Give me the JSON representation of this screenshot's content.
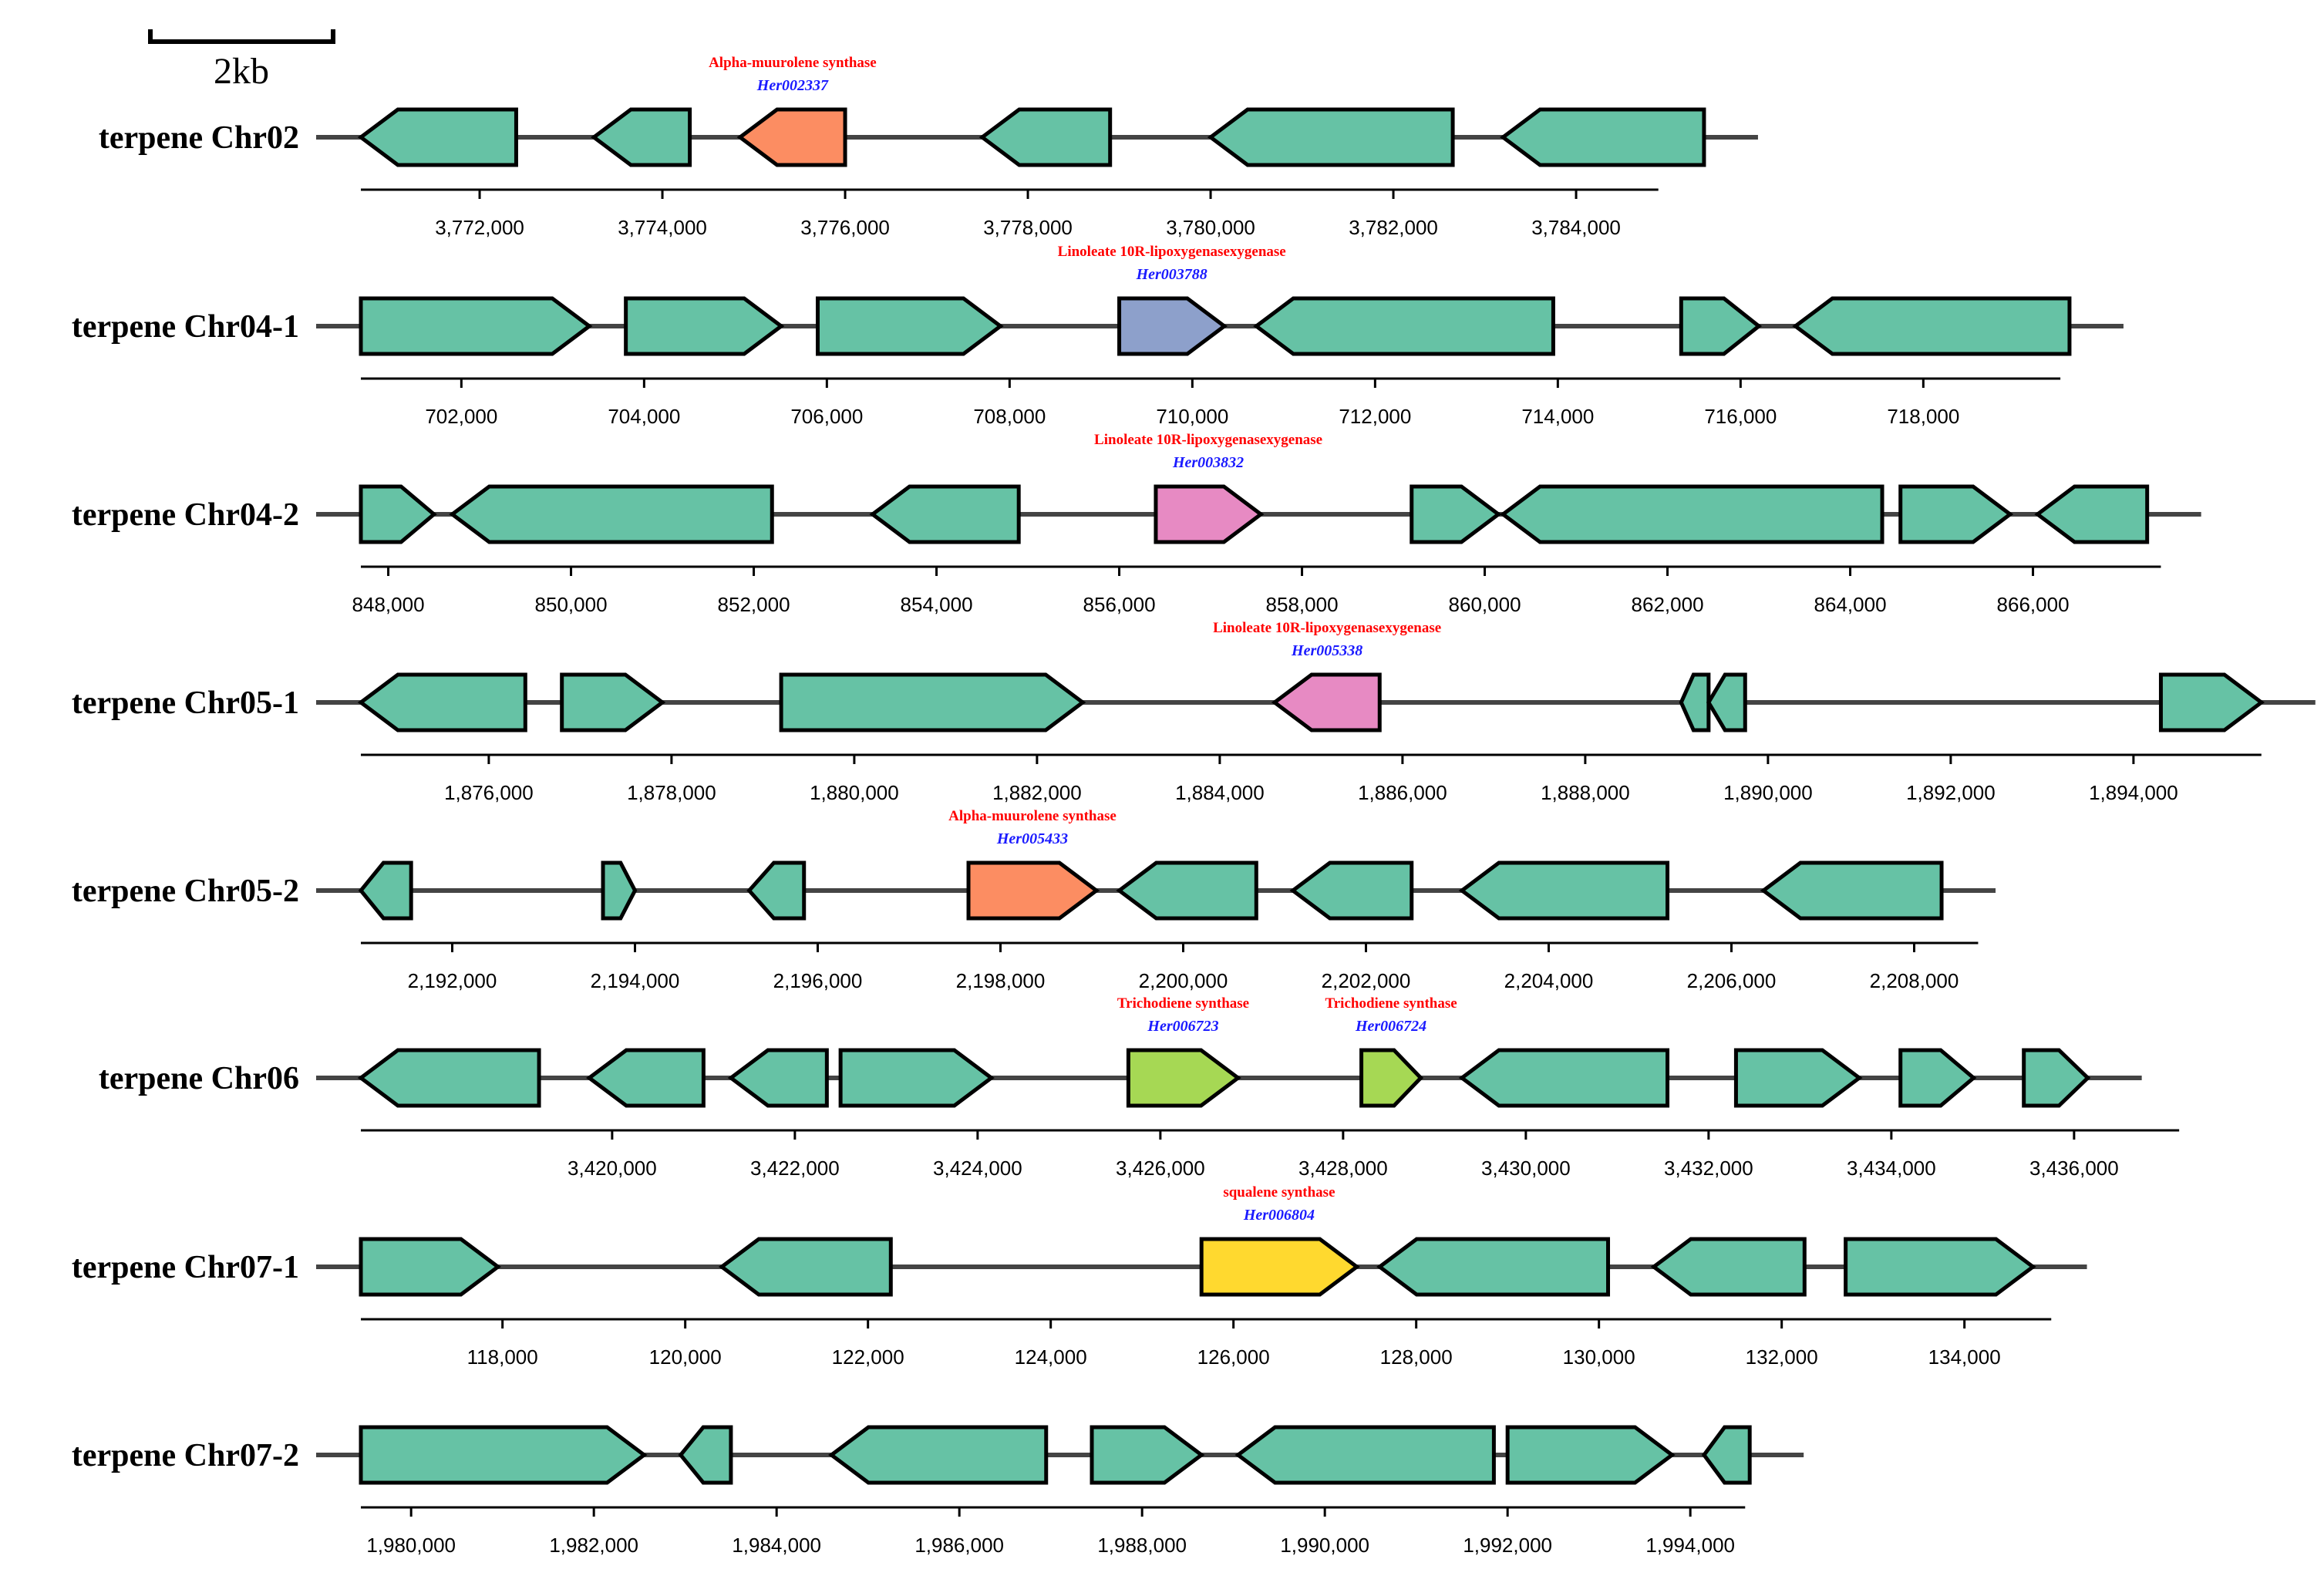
{
  "scale_bar": {
    "label": "2kb",
    "kb": 2
  },
  "colors": {
    "default": "#66c2a5",
    "alpha_muurolene": "#fc8d62",
    "lipoxygenase_blue": "#8da0cb",
    "lipoxygenase_pink": "#e78ac3",
    "trichodiene": "#a6d854",
    "squalene": "#ffd92f",
    "annotation_name": "#ff0000",
    "annotation_id": "#1a1aff"
  },
  "tracks": [
    {
      "label": "terpene Chr02",
      "start": 3770700,
      "end": 3784900,
      "ticks": [
        3772000,
        3774000,
        3776000,
        3778000,
        3780000,
        3782000,
        3784000
      ],
      "tick_labels": [
        "3,772,000",
        "3,774,000",
        "3,776,000",
        "3,778,000",
        "3,780,000",
        "3,782,000",
        "3,784,000"
      ],
      "genes": [
        {
          "start": 3770700,
          "end": 3772400,
          "strand": "-",
          "color": "default"
        },
        {
          "start": 3773250,
          "end": 3774300,
          "strand": "-",
          "color": "default"
        },
        {
          "start": 3774850,
          "end": 3776000,
          "strand": "-",
          "color": "alpha_muurolene",
          "name": "Alpha-muurolene synthase",
          "id": "Her002337"
        },
        {
          "start": 3777500,
          "end": 3778900,
          "strand": "-",
          "color": "default"
        },
        {
          "start": 3780000,
          "end": 3782650,
          "strand": "-",
          "color": "default"
        },
        {
          "start": 3783200,
          "end": 3785400,
          "strand": "-",
          "color": "default"
        }
      ]
    },
    {
      "label": "terpene Chr04-1",
      "start": 700900,
      "end": 719500,
      "ticks": [
        702000,
        704000,
        706000,
        708000,
        710000,
        712000,
        714000,
        716000,
        718000
      ],
      "tick_labels": [
        "702,000",
        "704,000",
        "706,000",
        "708,000",
        "710,000",
        "712,000",
        "714,000",
        "716,000",
        "718,000"
      ],
      "genes": [
        {
          "start": 700900,
          "end": 703400,
          "strand": "+",
          "color": "default"
        },
        {
          "start": 703800,
          "end": 705500,
          "strand": "+",
          "color": "default"
        },
        {
          "start": 705900,
          "end": 707900,
          "strand": "+",
          "color": "default"
        },
        {
          "start": 709200,
          "end": 710350,
          "strand": "+",
          "color": "lipoxygenase_blue",
          "name": "Linoleate 10R-lipoxygenasexygenase",
          "id": "Her003788"
        },
        {
          "start": 710700,
          "end": 713950,
          "strand": "-",
          "color": "default"
        },
        {
          "start": 715350,
          "end": 716200,
          "strand": "+",
          "color": "default"
        },
        {
          "start": 716600,
          "end": 719600,
          "strand": "-",
          "color": "default"
        }
      ]
    },
    {
      "label": "terpene Chr04-2",
      "start": 847700,
      "end": 867400,
      "ticks": [
        848000,
        850000,
        852000,
        854000,
        856000,
        858000,
        860000,
        862000,
        864000,
        866000
      ],
      "tick_labels": [
        "848,000",
        "850,000",
        "852,000",
        "854,000",
        "856,000",
        "858,000",
        "860,000",
        "862,000",
        "864,000",
        "866,000"
      ],
      "genes": [
        {
          "start": 847700,
          "end": 848500,
          "strand": "+",
          "color": "default"
        },
        {
          "start": 848700,
          "end": 852200,
          "strand": "-",
          "color": "default"
        },
        {
          "start": 853300,
          "end": 854900,
          "strand": "-",
          "color": "default"
        },
        {
          "start": 856400,
          "end": 857550,
          "strand": "+",
          "color": "lipoxygenase_pink",
          "name": "Linoleate 10R-lipoxygenasexygenase",
          "id": "Her003832"
        },
        {
          "start": 859200,
          "end": 860150,
          "strand": "+",
          "color": "default"
        },
        {
          "start": 860200,
          "end": 864350,
          "strand": "-",
          "color": "default"
        },
        {
          "start": 864550,
          "end": 865750,
          "strand": "+",
          "color": "default"
        },
        {
          "start": 866050,
          "end": 867250,
          "strand": "-",
          "color": "default"
        }
      ]
    },
    {
      "label": "terpene Chr05-1",
      "start": 1874600,
      "end": 1895400,
      "ticks": [
        1876000,
        1878000,
        1880000,
        1882000,
        1884000,
        1886000,
        1888000,
        1890000,
        1892000,
        1894000
      ],
      "tick_labels": [
        "1,876,000",
        "1,878,000",
        "1,880,000",
        "1,882,000",
        "1,884,000",
        "1,886,000",
        "1,888,000",
        "1,890,000",
        "1,892,000",
        "1,894,000"
      ],
      "genes": [
        {
          "start": 1874600,
          "end": 1876400,
          "strand": "-",
          "color": "default"
        },
        {
          "start": 1876800,
          "end": 1877900,
          "strand": "+",
          "color": "default"
        },
        {
          "start": 1879200,
          "end": 1882500,
          "strand": "+",
          "color": "default"
        },
        {
          "start": 1884600,
          "end": 1885750,
          "strand": "-",
          "color": "lipoxygenase_pink",
          "name": "Linoleate 10R-lipoxygenasexygenase",
          "id": "Her005338"
        },
        {
          "start": 1889050,
          "end": 1889350,
          "strand": "-",
          "color": "default"
        },
        {
          "start": 1889350,
          "end": 1889750,
          "strand": "-",
          "color": "default"
        },
        {
          "start": 1894300,
          "end": 1895400,
          "strand": "+",
          "color": "default"
        }
      ]
    },
    {
      "label": "terpene Chr05-2",
      "start": 2191000,
      "end": 2208700,
      "ticks": [
        2192000,
        2194000,
        2196000,
        2198000,
        2200000,
        2202000,
        2204000,
        2206000,
        2208000
      ],
      "tick_labels": [
        "2,192,000",
        "2,194,000",
        "2,196,000",
        "2,198,000",
        "2,200,000",
        "2,202,000",
        "2,204,000",
        "2,206,000",
        "2,208,000"
      ],
      "genes": [
        {
          "start": 2191000,
          "end": 2191550,
          "strand": "-",
          "color": "default"
        },
        {
          "start": 2193650,
          "end": 2194000,
          "strand": "+",
          "color": "default"
        },
        {
          "start": 2195250,
          "end": 2195850,
          "strand": "-",
          "color": "default"
        },
        {
          "start": 2197650,
          "end": 2199050,
          "strand": "+",
          "color": "alpha_muurolene",
          "name": "Alpha-muurolene synthase",
          "id": "Her005433"
        },
        {
          "start": 2199300,
          "end": 2200800,
          "strand": "-",
          "color": "default"
        },
        {
          "start": 2201200,
          "end": 2202500,
          "strand": "-",
          "color": "default"
        },
        {
          "start": 2203050,
          "end": 2205300,
          "strand": "-",
          "color": "default"
        },
        {
          "start": 2206350,
          "end": 2208300,
          "strand": "-",
          "color": "default"
        }
      ]
    },
    {
      "label": "terpene Chr06",
      "start": 3417250,
      "end": 3437150,
      "ticks": [
        3420000,
        3422000,
        3424000,
        3426000,
        3428000,
        3430000,
        3432000,
        3434000,
        3436000
      ],
      "tick_labels": [
        "3,420,000",
        "3,422,000",
        "3,424,000",
        "3,426,000",
        "3,428,000",
        "3,430,000",
        "3,432,000",
        "3,434,000",
        "3,436,000"
      ],
      "genes": [
        {
          "start": 3417250,
          "end": 3419200,
          "strand": "-",
          "color": "default"
        },
        {
          "start": 3419750,
          "end": 3421000,
          "strand": "-",
          "color": "default"
        },
        {
          "start": 3421300,
          "end": 3422350,
          "strand": "-",
          "color": "default"
        },
        {
          "start": 3422500,
          "end": 3424150,
          "strand": "+",
          "color": "default"
        },
        {
          "start": 3425650,
          "end": 3426850,
          "strand": "+",
          "color": "trichodiene",
          "name": "Trichodiene synthase",
          "id": "Her006723"
        },
        {
          "start": 3428200,
          "end": 3428850,
          "strand": "+",
          "color": "trichodiene",
          "name": "Trichodiene synthase",
          "id": "Her006724"
        },
        {
          "start": 3429300,
          "end": 3431550,
          "strand": "-",
          "color": "default"
        },
        {
          "start": 3432300,
          "end": 3433650,
          "strand": "+",
          "color": "default"
        },
        {
          "start": 3434100,
          "end": 3434900,
          "strand": "+",
          "color": "default"
        },
        {
          "start": 3435450,
          "end": 3436150,
          "strand": "+",
          "color": "default"
        }
      ]
    },
    {
      "label": "terpene Chr07-1",
      "start": 116450,
      "end": 134950,
      "ticks": [
        118000,
        120000,
        122000,
        124000,
        126000,
        128000,
        130000,
        132000,
        134000
      ],
      "tick_labels": [
        "118,000",
        "120,000",
        "122,000",
        "124,000",
        "126,000",
        "128,000",
        "130,000",
        "132,000",
        "134,000"
      ],
      "genes": [
        {
          "start": 116450,
          "end": 117950,
          "strand": "+",
          "color": "default"
        },
        {
          "start": 120400,
          "end": 122250,
          "strand": "-",
          "color": "default"
        },
        {
          "start": 125650,
          "end": 127350,
          "strand": "+",
          "color": "squalene",
          "name": "squalene synthase",
          "id": "Her006804"
        },
        {
          "start": 127600,
          "end": 130100,
          "strand": "-",
          "color": "default"
        },
        {
          "start": 130600,
          "end": 132250,
          "strand": "-",
          "color": "default"
        },
        {
          "start": 132700,
          "end": 134750,
          "strand": "+",
          "color": "default"
        }
      ]
    },
    {
      "label": "terpene Chr07-2",
      "start": 1979450,
      "end": 1994600,
      "ticks": [
        1980000,
        1982000,
        1984000,
        1986000,
        1988000,
        1990000,
        1992000,
        1994000
      ],
      "tick_labels": [
        "1,980,000",
        "1,982,000",
        "1,984,000",
        "1,986,000",
        "1,988,000",
        "1,990,000",
        "1,992,000",
        "1,994,000"
      ],
      "genes": [
        {
          "start": 1979450,
          "end": 1982550,
          "strand": "+",
          "color": "default"
        },
        {
          "start": 1982950,
          "end": 1983500,
          "strand": "-",
          "color": "default"
        },
        {
          "start": 1984600,
          "end": 1986950,
          "strand": "-",
          "color": "default"
        },
        {
          "start": 1987450,
          "end": 1988650,
          "strand": "+",
          "color": "default"
        },
        {
          "start": 1989050,
          "end": 1991850,
          "strand": "-",
          "color": "default"
        },
        {
          "start": 1992000,
          "end": 1993800,
          "strand": "+",
          "color": "default"
        },
        {
          "start": 1994150,
          "end": 1994650,
          "strand": "-",
          "color": "default"
        }
      ]
    }
  ]
}
